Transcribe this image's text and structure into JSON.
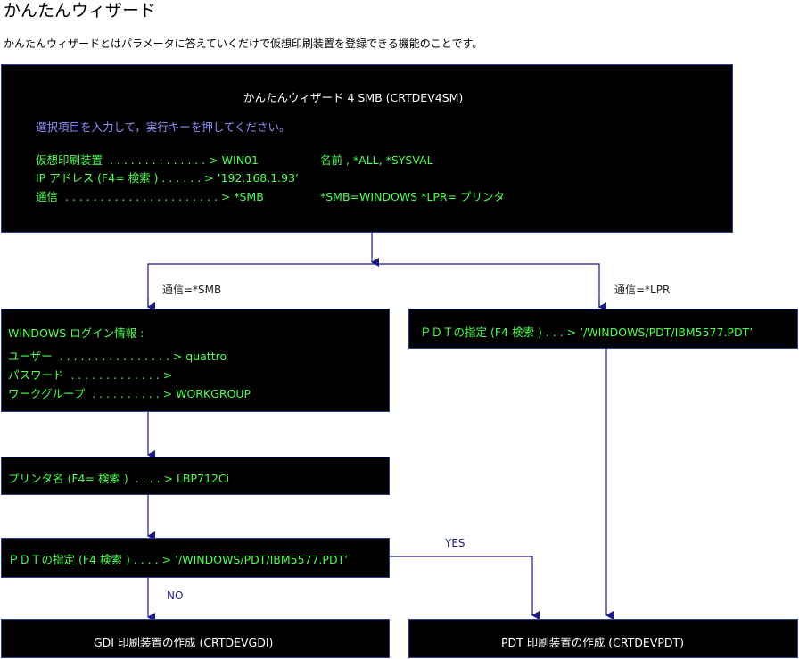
{
  "header": {
    "title": "かんたんウィザード",
    "description": "かんたんウィザードとはパラメータに答えていくだけで仮想印刷装置を登録できる機能のことです。"
  },
  "main_screen": {
    "title": "かんたんウィザード 4 SMB (CRTDEV4SM)",
    "instruction": "選択項目を入力して，実行キーを押してください。",
    "fields": [
      {
        "label": "仮想印刷装置  . . . . . . . . . . . . . . > WIN01",
        "hint": "名前 , *ALL, *SYSVAL"
      },
      {
        "label": "IP アドレス (F4= 検索 ) . . . . . . > ’192.168.1.93’",
        "hint": ""
      },
      {
        "label": "通信  . . . . . . . . . . . . . . . . . . . . . . > *SMB",
        "hint": "*SMB=WINDOWS *LPR= プリンタ"
      }
    ]
  },
  "branches": {
    "smb_label": "通信=*SMB",
    "lpr_label": "通信=*LPR"
  },
  "windows_login": {
    "heading": "WINDOWS ログイン情報 :",
    "user": "ユーザー  . . . . . . . . . . . . . . . . > quattro",
    "password": "パスワード  . . . . . . . . . . . . . >",
    "workgroup": "ワークグループ  . . . . . . . . . . > WORKGROUP"
  },
  "printer_name": "プリンタ名 (F4= 検索 )  . . . . > LBP712Ci",
  "pdt_smb": "ＰＤＴの指定 (F4 検索 ) . . . . > ’/WINDOWS/PDT/IBM5577.PDT’",
  "pdt_lpr": "ＰＤＴの指定 (F4 検索 ) . . . > ’/WINDOWS/PDT/IBM5577.PDT’",
  "decisions": {
    "yes": "YES",
    "no": "NO"
  },
  "results": {
    "gdi": "GDI 印刷装置の作成 (CRTDEVGDI)",
    "pdt": "PDT 印刷装置の作成 (CRTDEVPDT)"
  },
  "colors": {
    "terminal_bg": "#000000",
    "terminal_text": "#4cff4c",
    "instruction_text": "#8f8fff",
    "connector": "#1a1a8a"
  }
}
